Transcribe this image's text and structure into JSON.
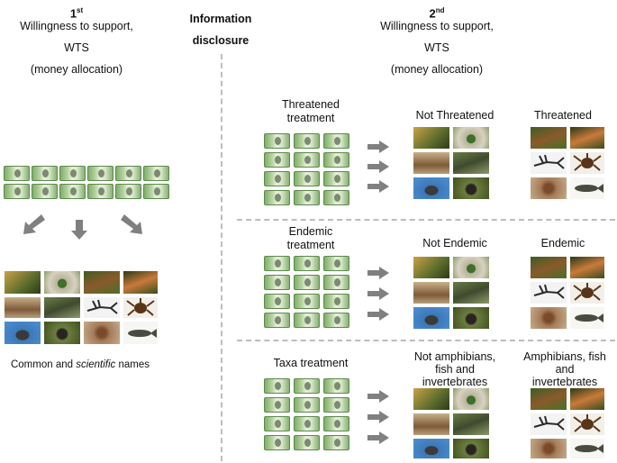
{
  "left": {
    "ordinal": "1",
    "ordinal_suffix": "st",
    "line1": "Willingness to support,",
    "line2": "WTS",
    "line3": "(money allocation)",
    "caption_plain": "Common and ",
    "caption_italic": "scientific",
    "caption_end": " names"
  },
  "center": {
    "line1": "Information",
    "line2": "disclosure"
  },
  "right": {
    "ordinal": "2",
    "ordinal_suffix": "nd",
    "line1": "Willingness to support,",
    "line2": "WTS",
    "line3": "(money allocation)"
  },
  "treatments": [
    {
      "label1": "Threatened",
      "label2": "treatment",
      "group_a": "Not Threatened",
      "group_b": "Threatened"
    },
    {
      "label1": "Endemic",
      "label2": "treatment",
      "group_a": "Not Endemic",
      "group_b": "Endemic"
    },
    {
      "label1": "Taxa treatment",
      "group_a_1": "Not amphibians,",
      "group_a_2": "fish and",
      "group_a_3": "invertebrates",
      "group_b_1": "Amphibians, fish",
      "group_b_2": "and",
      "group_b_3": "invertebrates"
    }
  ],
  "icons": {
    "banknote": "banknote-icon",
    "arrow": "arrow-icon",
    "species": "species-photo"
  },
  "colors": {
    "dashed_line": "#bdbdbd",
    "arrow": "#808080",
    "banknote_green": "#7fae6a"
  }
}
